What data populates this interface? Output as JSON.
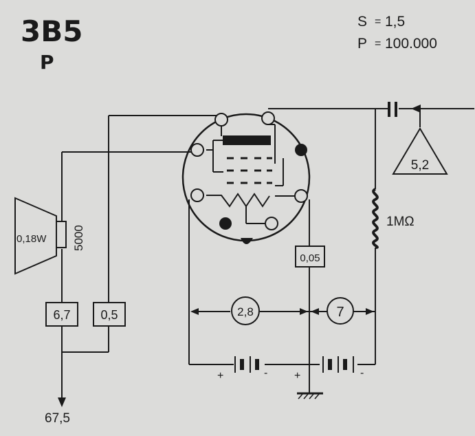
{
  "header": {
    "tube_type": "3B5",
    "tube_class": "P",
    "params": [
      {
        "key": "S",
        "value": "1,5"
      },
      {
        "key": "P",
        "value": "100.000"
      }
    ]
  },
  "components": {
    "speaker_power": "0,18W",
    "transformer_impedance": "5000",
    "current_anode": "6,7",
    "current_screen": "0,5",
    "grid_resistor": "1MΩ",
    "input_signal": "5,2",
    "grid_current_box": "0,05",
    "filament_voltage": "2,8",
    "bias_voltage": "7",
    "supply_voltage": "67,5"
  },
  "battery_signs": {
    "plus": "+",
    "minus": "-"
  },
  "colors": {
    "background": "#dcdcda",
    "ink": "#1a1a1a"
  }
}
